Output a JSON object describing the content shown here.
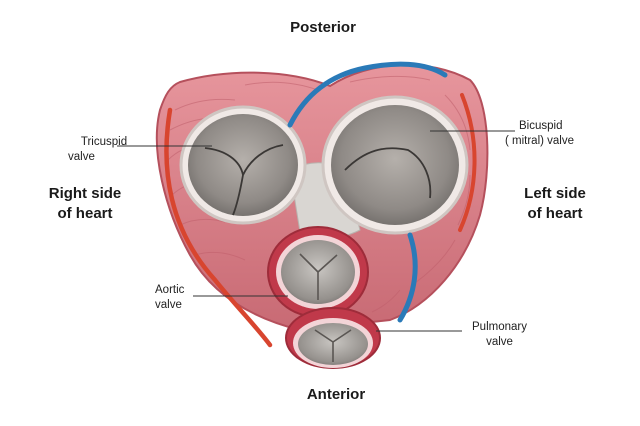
{
  "orientation": {
    "top": "Posterior",
    "bottom": "Anterior",
    "left_line1": "Right side",
    "left_line2": "of heart",
    "right_line1": "Left side",
    "right_line2": "of heart"
  },
  "valves": {
    "tricuspid": {
      "line1": "Tricuspid",
      "line2": "valve"
    },
    "bicuspid": {
      "line1": "Bicuspid",
      "line2": "( mitral) valve"
    },
    "aortic": {
      "line1": "Aortic",
      "line2": "valve"
    },
    "pulmonary": {
      "line1": "Pulmonary",
      "line2": "valve"
    }
  },
  "colors": {
    "muscle": "#d9818a",
    "muscle_dark": "#b5505c",
    "valve_gray": "#9a9591",
    "vein_blue": "#2a7ab8",
    "artery_red": "#d8452f",
    "ring_red": "#c0394a"
  }
}
